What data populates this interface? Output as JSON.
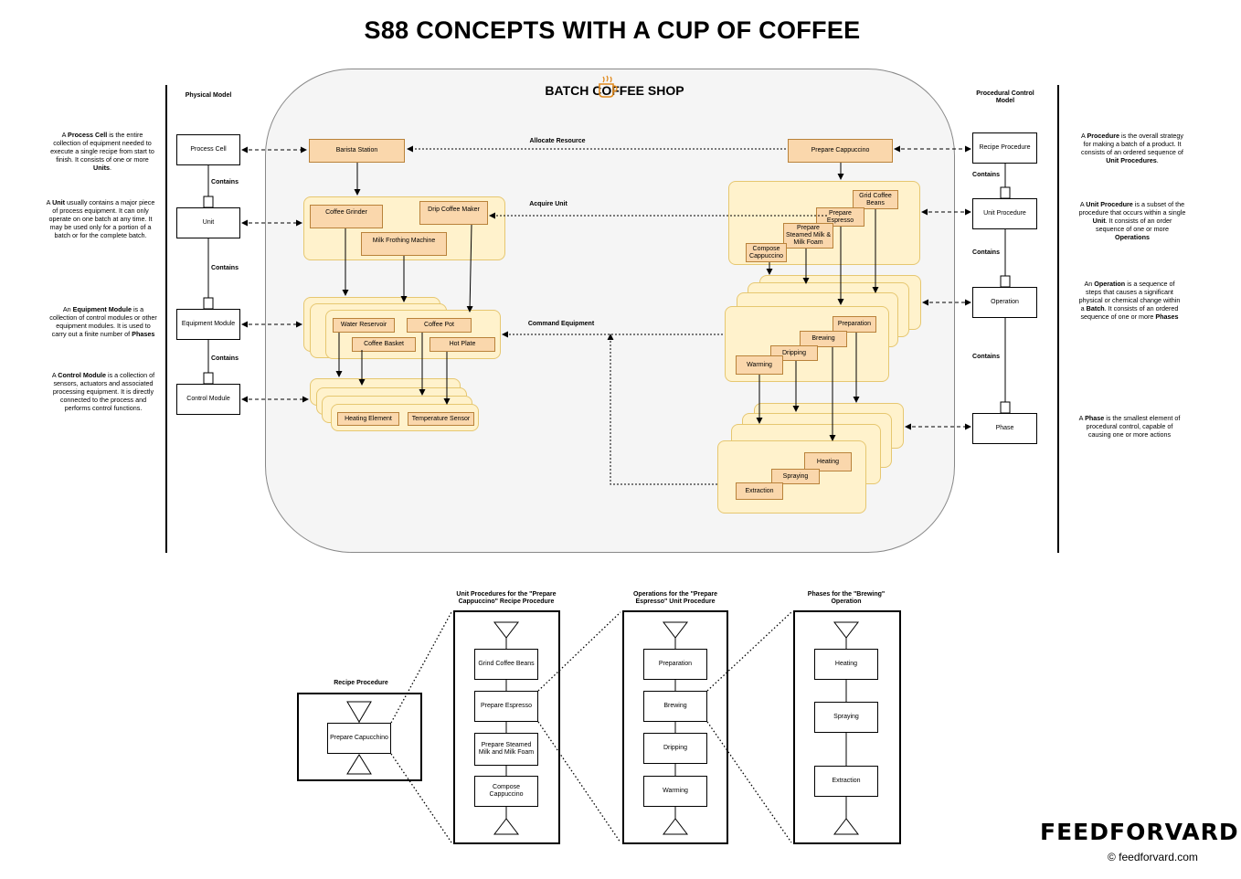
{
  "title": "S88 CONCEPTS  WITH A CUP OF COFFEE",
  "shop_title": "BATCH COFFEE SHOP",
  "physical_model": {
    "header": "Physical Model",
    "levels": [
      "Process Cell",
      "Unit",
      "Equipment Module",
      "Control Module"
    ],
    "contains": [
      "Contains",
      "Contains",
      "Contains"
    ]
  },
  "procedural_model": {
    "header": "Procedural Control Model",
    "levels": [
      "Recipe Procedure",
      "Unit Procedure",
      "Operation",
      "Phase"
    ],
    "contains": [
      "Contains",
      "Contains",
      "Contains"
    ]
  },
  "left_desc": {
    "process_cell": {
      "pre": "A ",
      "term": "Process Cell",
      "post": " is the entire collection of equipment needed to execute a single recipe from start to finish. It consists of one or more ",
      "term2": "Units",
      "end": "."
    },
    "unit": {
      "pre": "A ",
      "term": "Unit",
      "post": " usually contains a major piece of process equipment. It can only operate on one batch at any time. It may be used only for a portion of a batch or for the complete batch.",
      "term2": "",
      "end": ""
    },
    "equipment_module": {
      "pre": "An ",
      "term": "Equipment Module",
      "post": " is a collection of control modules or other equipment modules. It is used to carry out a finite number of ",
      "term2": "Phases",
      "end": ""
    },
    "control_module": {
      "pre": "A ",
      "term": "Control Module",
      "post": " is a collection of sensors, actuators and associated processing equipment. It is directly connected to the process and performs control functions.",
      "term2": "",
      "end": ""
    }
  },
  "right_desc": {
    "procedure": {
      "pre": "A ",
      "term": "Procedure",
      "post": " is the overall strategy for making a batch of a product. It consists of an ordered sequence of ",
      "term2": "Unit Procedures",
      "end": "."
    },
    "unit_procedure": {
      "pre": "A ",
      "term": "Unit Procedure",
      "post": " is a subset of the procedure that occurs within a single ",
      "term2": "Unit",
      "end": ". It consists of an order sequence of one or more ",
      "term3": "Operations"
    },
    "operation": {
      "pre": "An ",
      "term": "Operation",
      "post": " is a sequence of steps that causes a significant physical or chemical change within a ",
      "term2": "Batch",
      "end": ". It consists of an ordered sequence of one or more ",
      "term3": "Phases"
    },
    "phase": {
      "pre": "A ",
      "term": "Phase",
      "post": " is the smallest element of procedural control, capable of causing one or more actions",
      "term2": "",
      "end": ""
    }
  },
  "flows": {
    "allocate": "Allocate Resource",
    "acquire": "Acquire Unit",
    "command": "Command Equipment"
  },
  "physical_items": {
    "barista_station": "Barista Station",
    "coffee_grinder": "Coffee Grinder",
    "drip_coffee_maker": "Drip Coffee Maker",
    "milk_frothing_machine": "Milk Frothing Machine",
    "water_reservoir": "Water Reservoir",
    "coffee_pot": "Coffee Pot",
    "coffee_basket": "Coffee Basket",
    "hot_plate": "Hot Plate",
    "heating_element": "Heating Element",
    "temperature_sensor": "Temperature Sensor"
  },
  "procedural_items": {
    "prepare_cappuccino": "Prepare Cappuccino",
    "grid_coffee_beans": "Grid Coffee Beans",
    "prepare_espresso": "Prepare Espresso",
    "prepare_steamed": "Prepare Steamed Milk & Milk Foam",
    "compose_cappuccino": "Compose Cappuccino",
    "preparation": "Preparation",
    "brewing": "Brewing",
    "dripping": "Dripping",
    "warming": "Warming",
    "heating": "Heating",
    "spraying": "Spraying",
    "extraction": "Extraction"
  },
  "bottom": {
    "recipe_header": "Recipe Procedure",
    "recipe_item": "Prepare Capucchino",
    "unit_proc_header": "Unit Procedures for the \"Prepare Cappuccino\" Recipe Procedure",
    "unit_proc_items": [
      "Grind Coffee Beans",
      "Prepare Espresso",
      "Prepare Steamed Milk and Milk Foam",
      "Compose Cappuccino"
    ],
    "ops_header": "Operations for the \"Prepare Espresso\" Unit Procedure",
    "ops_items": [
      "Preparation",
      "Brewing",
      "Dripping",
      "Warming"
    ],
    "phases_header": "Phases for the \"Brewing\" Operation",
    "phases_items": [
      "Heating",
      "Spraying",
      "Extraction"
    ]
  },
  "brand": {
    "logo": "FEEDFORVARD",
    "copyright": "© feedforvard.com"
  }
}
